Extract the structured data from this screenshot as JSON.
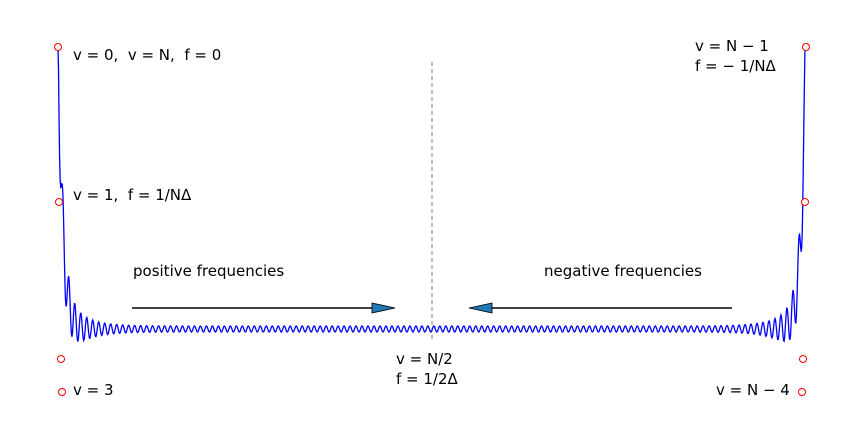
{
  "colors": {
    "curve": "#0000ff",
    "markers": "#ff0000",
    "arrow_fill": "#1f77b4",
    "center_line": "#808080",
    "text": "#000000"
  },
  "labels": {
    "v0": "v = 0,  v = N,  f = 0",
    "v1": "v = 1,  f = 1/NΔ",
    "v3": "v = 3",
    "vN1_line1": "v = N − 1",
    "vN1_line2": "f = − 1/NΔ",
    "vN4": "v = N − 4",
    "vhalf_line1": "v = N/2",
    "vhalf_line2": "f = 1/2Δ",
    "positive": "positive frequencies",
    "negative": "negative frequencies"
  }
}
